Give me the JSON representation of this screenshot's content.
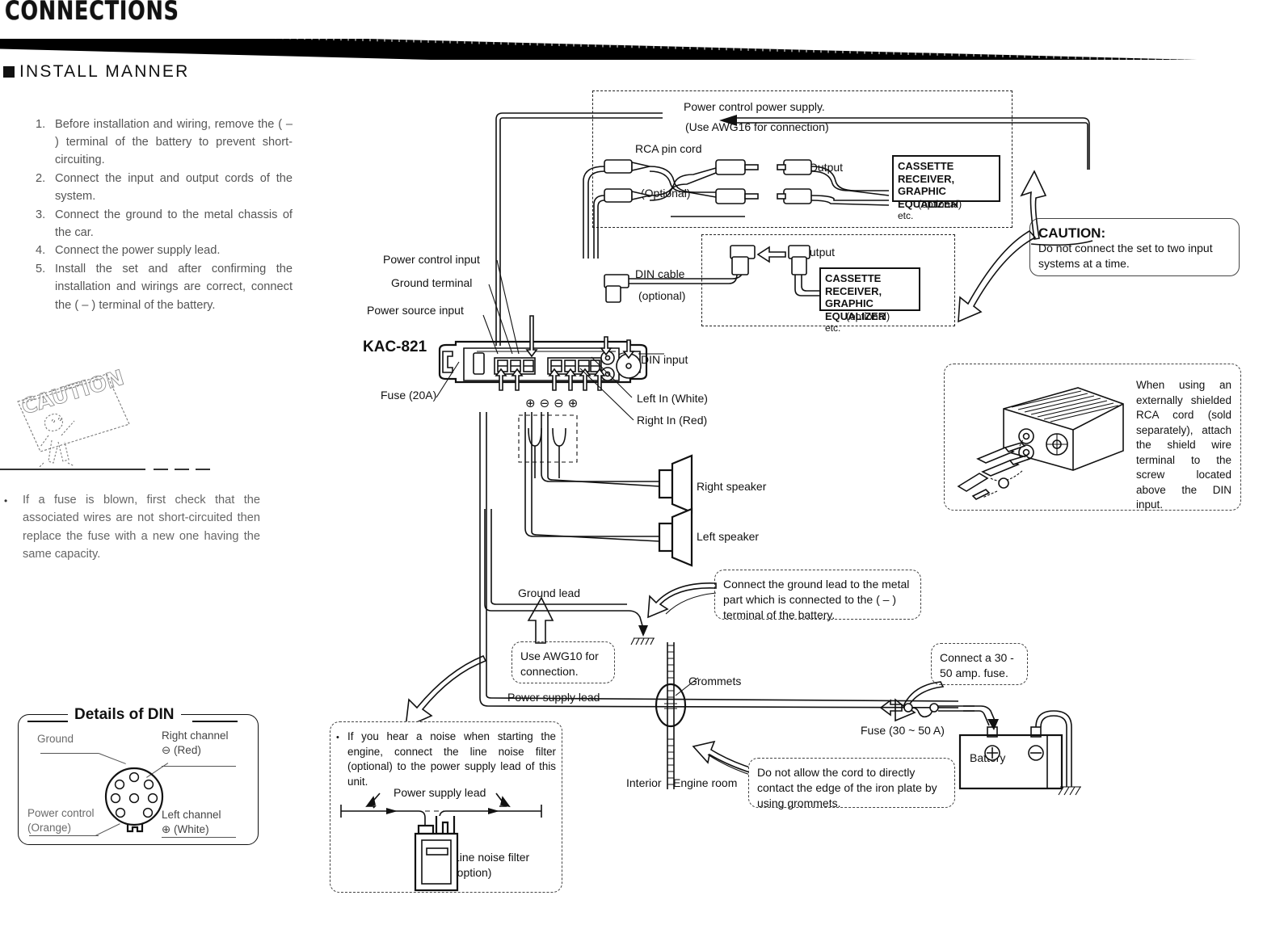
{
  "page": {
    "title": "CONNECTIONS",
    "section_marker_icon": "black-square-bullet",
    "section_title": "INSTALL MANNER"
  },
  "install_steps": [
    {
      "num": "1.",
      "text": "Before installation and wiring, remove the ( – ) terminal of the battery to prevent short-circuiting."
    },
    {
      "num": "2.",
      "text": "Connect the input and output cords of the system."
    },
    {
      "num": "3.",
      "text": "Connect the ground to the metal chassis of the car."
    },
    {
      "num": "4.",
      "text": "Connect the power supply lead."
    },
    {
      "num": "5.",
      "text": "Install the set and after confirming the installation and wirings are correct, connect the ( – ) terminal of the battery."
    }
  ],
  "fuse_note": {
    "bullet": "•",
    "text": "If a fuse is blown, first check that the associated wires are not short-circuited then replace the fuse with a new one having the same capacity."
  },
  "caution_mascot": {
    "sign_text": "CAUTION",
    "icon": "caution-mascot-icon"
  },
  "din_details": {
    "title": "Details of DIN",
    "ground_label": "Ground",
    "right_channel": "Right channel",
    "right_channel_polarity": "⊖ (Red)",
    "left_channel": "Left channel",
    "left_channel_polarity": "⊕ (White)",
    "power_control": "Power control",
    "power_control_color": "(Orange)",
    "connector_icon": "din-7pin-connector-icon"
  },
  "diagram": {
    "power_control_supply": "Power control power supply.",
    "awg16_note": "(Use AWG16 for connection)",
    "rca_pin_cord": "RCA pin cord",
    "rca_optional": "(Optional)",
    "output_rca": "Output",
    "output_din": "Output",
    "din_cable": "DIN cable",
    "din_cable_optional": "(optional)",
    "receiver_box_1": {
      "line1": "CASSETTE RECEIVER,",
      "line2": "GRAPHIC EQUALIZER",
      "line3": "etc.",
      "caption": "(optional)"
    },
    "receiver_box_2": {
      "line1": "CASSETTE RECEIVER,",
      "line2": "GRAPHIC EQUALIZER",
      "line3": "etc.",
      "caption": "(optional)"
    },
    "unit_model": "KAC-821",
    "unit_labels": {
      "power_control_input": "Power control input",
      "ground_terminal": "Ground terminal",
      "power_source_input": "Power source input",
      "fuse": "Fuse (20A)",
      "din_input": "DIN input",
      "left_in": "Left In (White)",
      "right_in": "Right In (Red)"
    },
    "speaker_terminal_polarity": [
      "⊕",
      "⊖",
      "⊖",
      "⊕"
    ],
    "right_speaker": "Right speaker",
    "left_speaker": "Left speaker",
    "ground_lead": "Ground lead",
    "power_supply_lead": "Power supply lead",
    "grommets": "Grommets",
    "interior": "Interior",
    "engine_room": "Engine room",
    "fuse_inline": "Fuse (30 ~ 50 A)",
    "battery": "Battery",
    "battery_plus": "⊕",
    "battery_minus": "⊖"
  },
  "callouts": {
    "caution": {
      "heading": "CAUTION:",
      "body": "Do not connect the set to two input systems at a time."
    },
    "shielded_rca": "When using an externally shielded RCA cord (sold separately), attach the shield wire terminal to the screw located above the DIN input.",
    "ground_lead": "Connect the ground lead to the metal part which is connected to the ( – ) terminal of the battery.",
    "awg10": "Use AWG10 for connection.",
    "fuse_30_50": "Connect a 30 - 50 amp. fuse.",
    "grommets": "Do not allow the cord to directly contact the edge of the iron plate by using grommets.",
    "line_noise": {
      "bullet": "•",
      "text": "If you hear a noise when starting the engine, connect the line noise filter (optional) to the power supply lead of this unit.",
      "power_supply_lead": "Power supply lead",
      "filter_label": "Line noise filter",
      "filter_option": "(option)"
    }
  }
}
